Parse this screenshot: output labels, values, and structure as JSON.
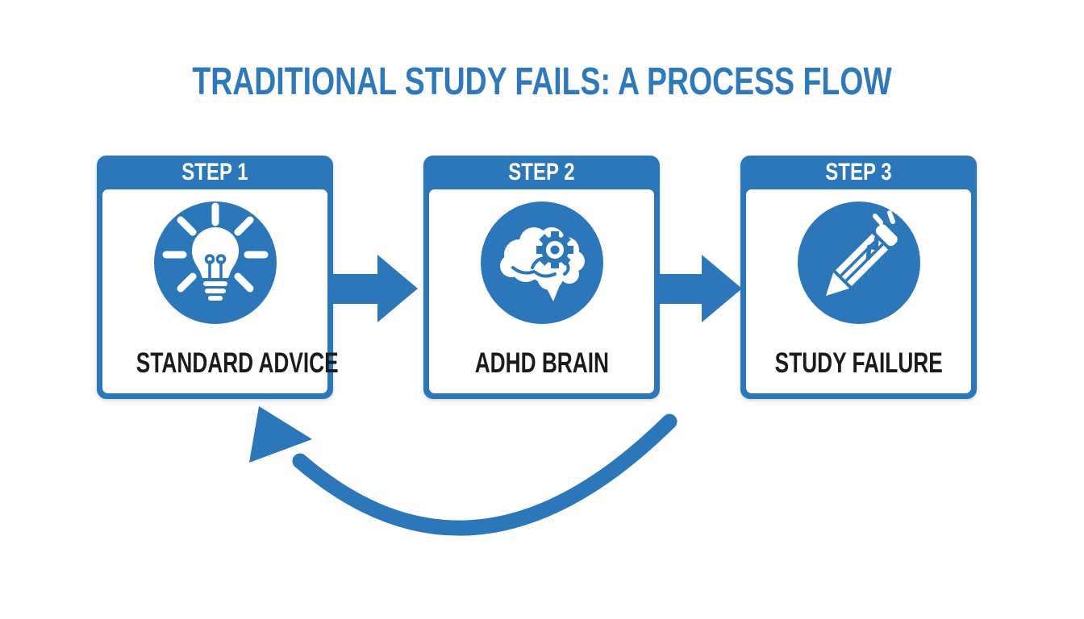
{
  "title": "TRADITIONAL STUDY FAILS: A PROCESS FLOW",
  "steps": [
    {
      "step_label": "STEP 1",
      "label": "STANDARD ADVICE",
      "icon": "lightbulb-icon"
    },
    {
      "step_label": "STEP 2",
      "label": "ADHD BRAIN",
      "icon": "brain-gear-icon"
    },
    {
      "step_label": "STEP 3",
      "label": "STUDY FAILURE",
      "icon": "broken-pencil-icon"
    }
  ],
  "arrows": [
    "arrow-step1-to-step2",
    "arrow-step2-to-step3",
    "feedback-arrow-step3-to-step1"
  ],
  "colors": {
    "primary_blue": "#2b77b9",
    "title_blue": "#2f79ba",
    "label_black": "#1b1b1b",
    "card_background": "#ffffff",
    "page_background": "#fdfdfd"
  }
}
